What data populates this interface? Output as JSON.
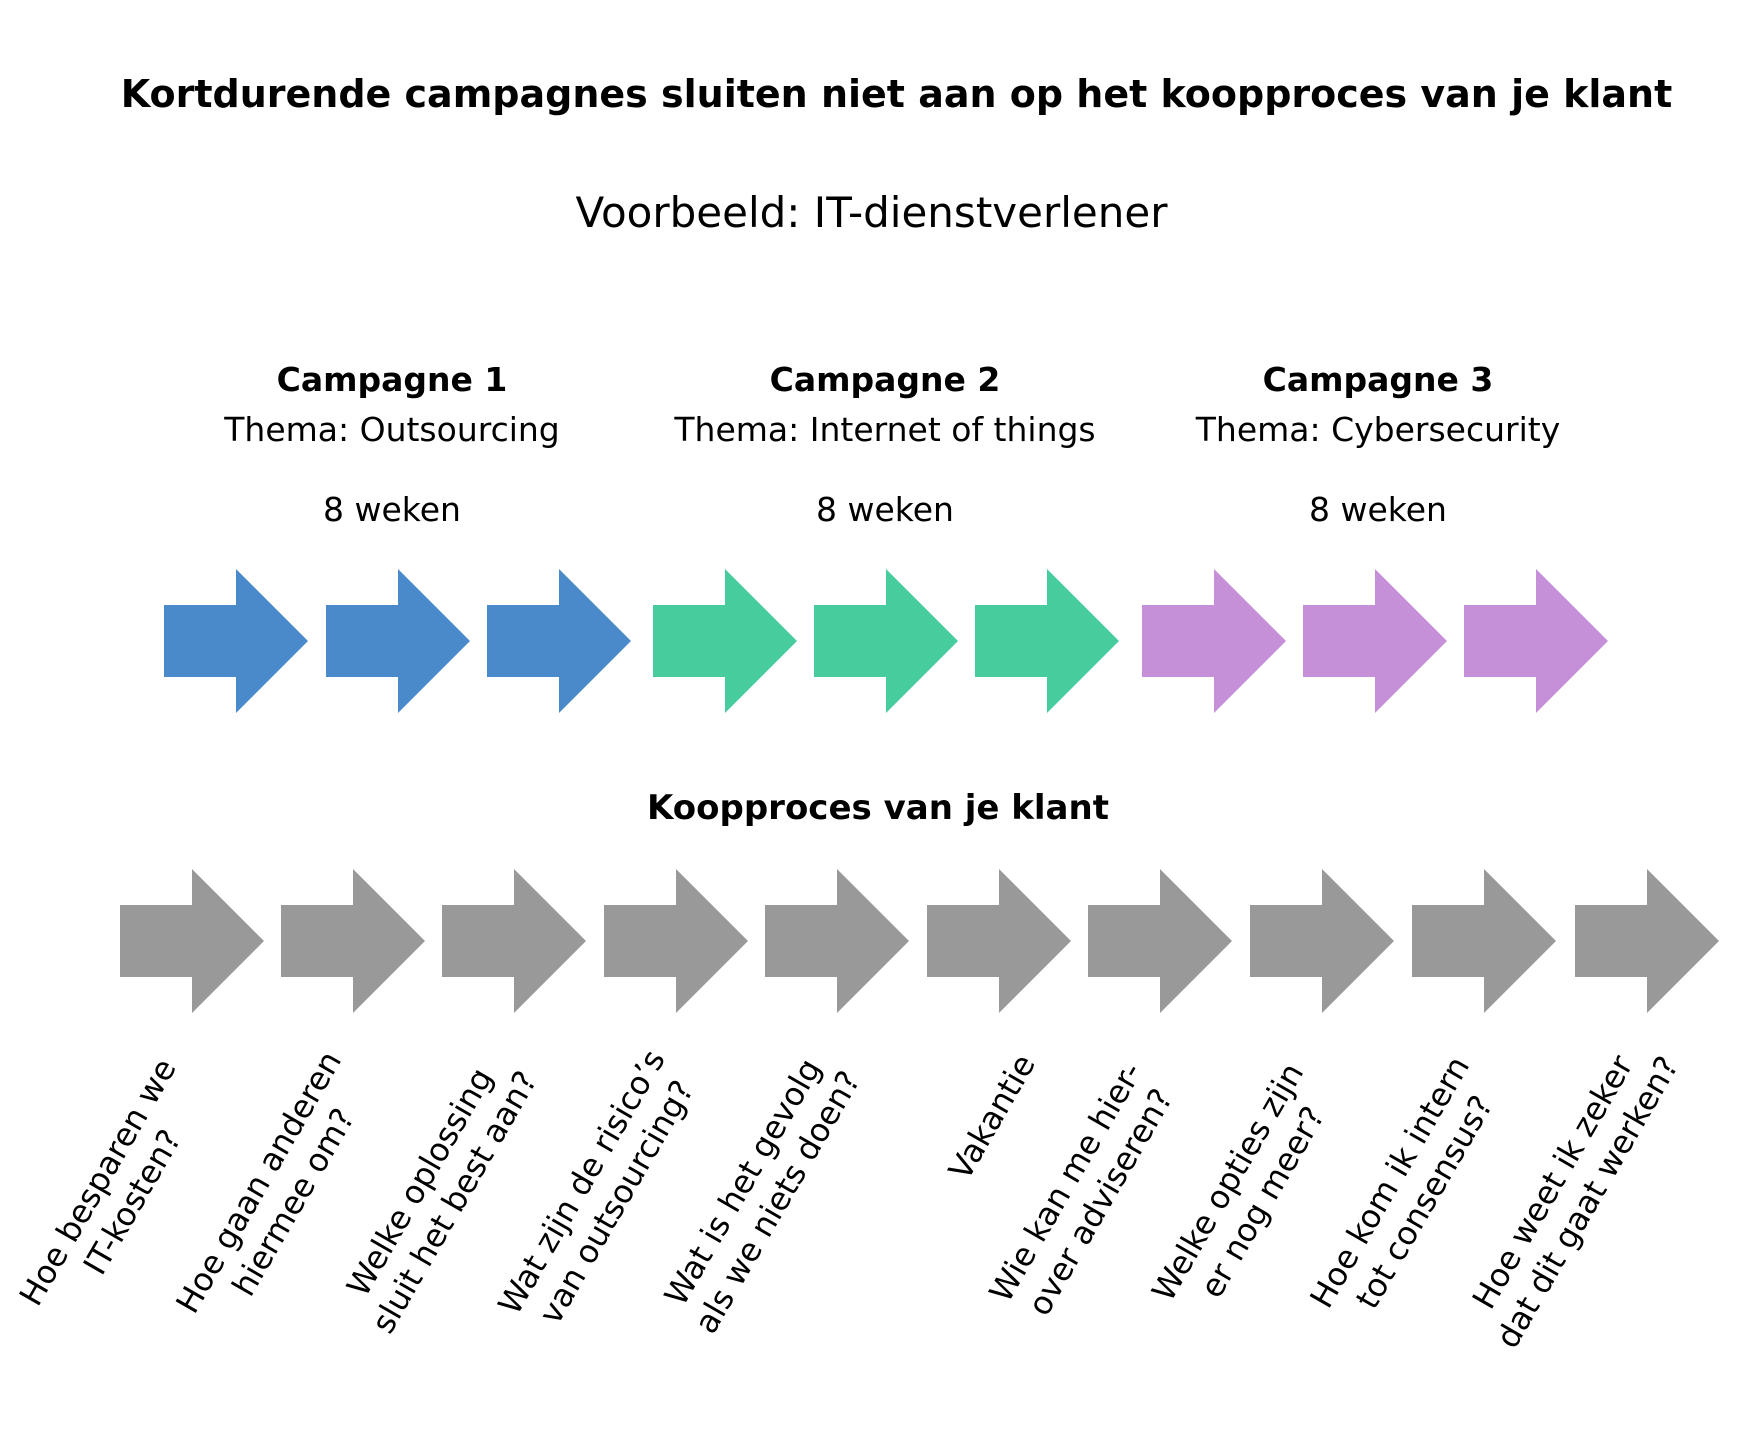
{
  "title": "Kortdurende campagnes sluiten niet aan op het koopproces van je klant",
  "subtitle": "Voorbeeld: IT-dienstverlener",
  "campaigns": [
    {
      "name": "Campagne 1",
      "theme": "Thema: Outsourcing",
      "duration": "8 weken",
      "color": "#4a8acb"
    },
    {
      "name": "Campagne 2",
      "theme": "Thema: Internet of things",
      "duration": "8 weken",
      "color": "#46cc9d"
    },
    {
      "name": "Campagne 3",
      "theme": "Thema: Cybersecurity",
      "duration": "8 weken",
      "color": "#c690d8"
    }
  ],
  "section_label": "Koopproces van je klant",
  "process_color": "#999999",
  "steps": [
    {
      "l1": "Hoe besparen we",
      "l2": "IT-kosten?"
    },
    {
      "l1": "Hoe gaan anderen",
      "l2": "hiermee om?"
    },
    {
      "l1": "Welke oplossing",
      "l2": "sluit het best aan?"
    },
    {
      "l1": "Wat zijn de risico’s",
      "l2": "van outsourcing?"
    },
    {
      "l1": "Wat is het gevolg",
      "l2": "als we niets doen?"
    },
    {
      "l1": "Vakantie",
      "l2": ""
    },
    {
      "l1": "Wie kan me hier-",
      "l2": "over adviseren?"
    },
    {
      "l1": "Welke opties zijn",
      "l2": "er nog meer?"
    },
    {
      "l1": "Hoe kom ik intern",
      "l2": "tot consensus?"
    },
    {
      "l1": "Hoe weet ik zeker",
      "l2": "dat dit gaat werken?"
    }
  ]
}
